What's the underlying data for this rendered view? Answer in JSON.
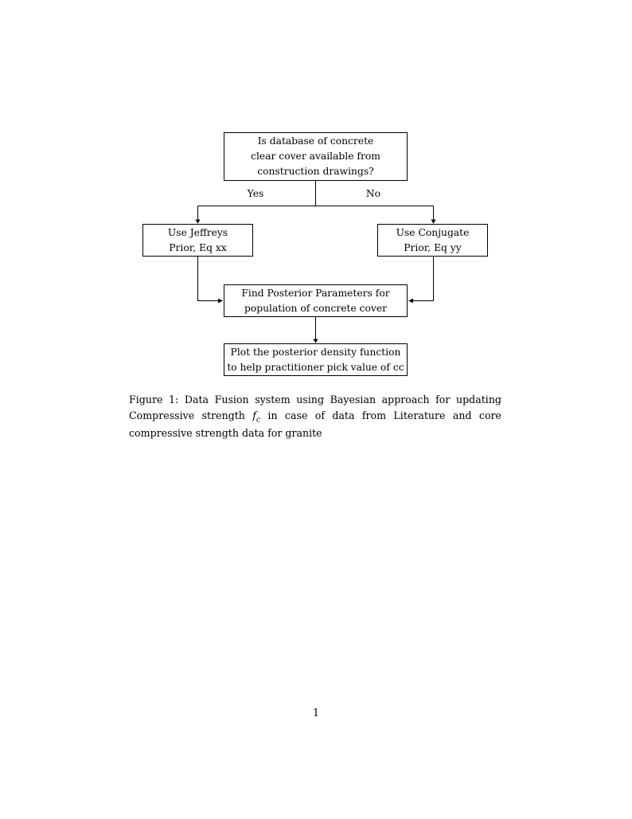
{
  "document": {
    "page_number": "1",
    "background_color": "#ffffff",
    "text_color": "#000000"
  },
  "figure": {
    "nodes": {
      "decision": {
        "lines": [
          "Is database of concrete",
          "clear cover available from",
          "construction drawings?"
        ]
      },
      "jeffreys": {
        "lines": [
          "Use Jeffreys",
          "Prior, Eq xx"
        ]
      },
      "conjugate": {
        "lines": [
          "Use Conjugate",
          "Prior, Eq yy"
        ]
      },
      "posterior": {
        "lines": [
          "Find Posterior Parameters for",
          "population of concrete cover"
        ]
      },
      "plot": {
        "lines": [
          "Plot the posterior density function",
          "to help practitioner pick value of cc"
        ]
      }
    },
    "branch_labels": {
      "yes": "Yes",
      "no": "No"
    }
  },
  "caption": {
    "label": "Figure 1:",
    "text_part_1": "Data Fusion system using Bayesian approach for updating Compressive strength",
    "math_base": "f",
    "math_sub": "c",
    "text_part_2": "in case of data from Literature and core compressive strength data for granite"
  }
}
